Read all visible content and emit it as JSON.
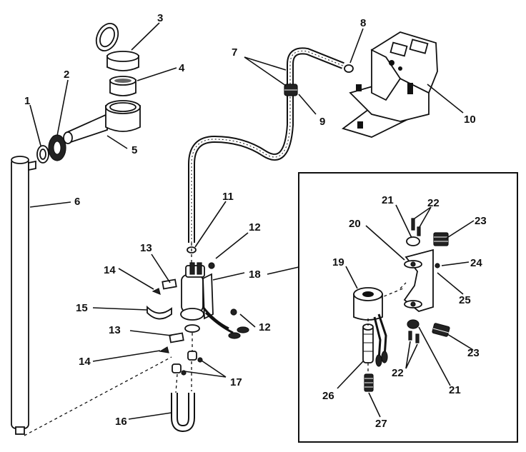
{
  "callouts": {
    "n1": "1",
    "n2": "2",
    "n3": "3",
    "n4": "4",
    "n5": "5",
    "n6": "6",
    "n7": "7",
    "n8": "8",
    "n9": "9",
    "n10": "10",
    "n11": "11",
    "n12a": "12",
    "n12b": "12",
    "n13a": "13",
    "n13b": "13",
    "n14a": "14",
    "n14b": "14",
    "n15": "15",
    "n16": "16",
    "n17": "17",
    "n18": "18",
    "n19": "19",
    "n20": "20",
    "n21a": "21",
    "n21b": "21",
    "n22a": "22",
    "n22b": "22",
    "n23a": "23",
    "n23b": "23",
    "n24": "24",
    "n25": "25",
    "n26": "26",
    "n27": "27"
  },
  "icons": {
    "tube": "fill-tube-icon",
    "funnel": "fill-funnel-icon",
    "cap": "cap-icon",
    "hose": "water-hose-icon",
    "dispenser": "dispenser-cup-icon",
    "valve": "water-valve-icon",
    "solenoid": "solenoid-coil-icon",
    "bracket": "valve-bracket-icon",
    "plunger": "plunger-icon",
    "spring": "spring-icon",
    "u_tube": "u-tube-icon"
  }
}
